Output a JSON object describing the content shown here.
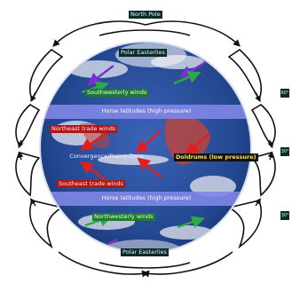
{
  "labels": {
    "north_pole": "North Pole",
    "polar_easterlies_top": "Polar Easterlies",
    "westerlies_south": "Southwesterly winds",
    "horse_latitudes_north": "Horse latitudes (high pressure)",
    "trades_north": "Northeast trade winds",
    "equator_rising_text": "Convergence/Rising Zone",
    "doldrums": "Doldrums (low pressure)",
    "trades_south": "Southeast trade winds",
    "horse_latitudes_south": "Horse latitudes (high pressure)",
    "westerlies_north": "Northwesterly winds",
    "polar_easterlies_bottom": "Polar Easterlies",
    "lat_60n": "60°",
    "lat_30n": "30°",
    "lat_30s": "30°"
  },
  "colors": {
    "ocean": "#2a4f9e",
    "band": "#7f86e6",
    "cloud": "#e8e8f0",
    "land_red": "#c0453a",
    "arrow_purple": "#7a2fd0",
    "arrow_green": "#2ea84a",
    "arrow_red": "#e02020",
    "cell_line": "#111111"
  }
}
